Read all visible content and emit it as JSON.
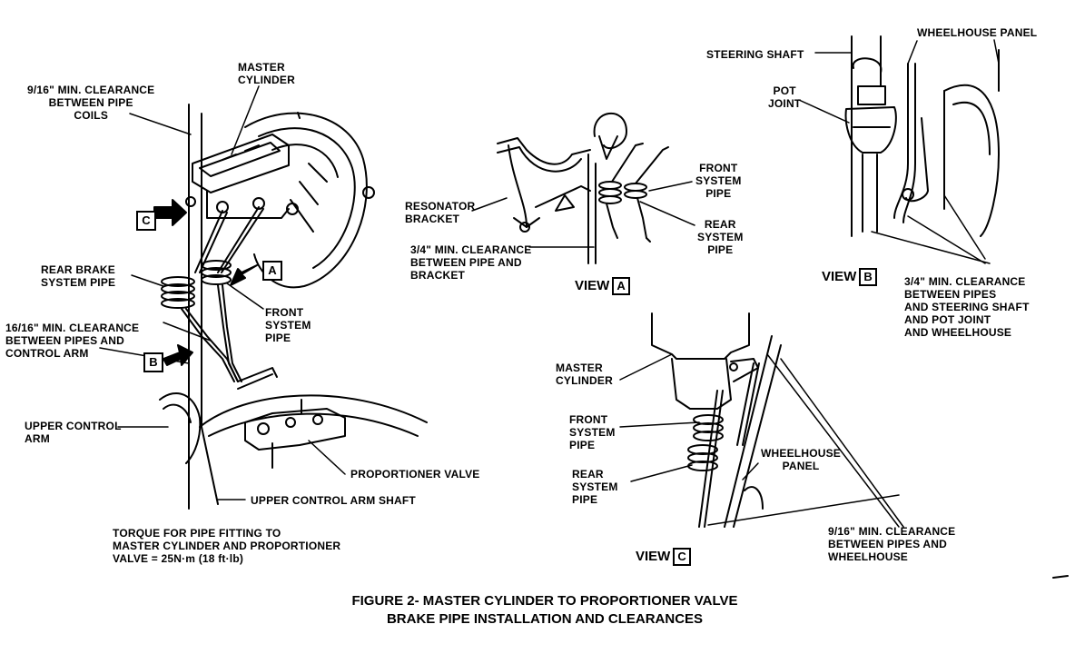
{
  "figure": {
    "caption_line1": "FIGURE 2- MASTER CYLINDER TO PROPORTIONER VALVE",
    "caption_line2": "BRAKE PIPE INSTALLATION AND CLEARANCES"
  },
  "main_view": {
    "arrow_c": "C",
    "arrow_a": "A",
    "arrow_b": "B",
    "labels": {
      "clearance_coils": [
        "9/16\" MIN. CLEARANCE",
        "BETWEEN PIPE",
        "COILS"
      ],
      "master_cylinder": [
        "MASTER",
        "CYLINDER"
      ],
      "rear_brake_pipe": [
        "REAR BRAKE",
        "SYSTEM PIPE"
      ],
      "front_system_pipe": [
        "FRONT",
        "SYSTEM",
        "PIPE"
      ],
      "clearance_control_arm": [
        "16/16\" MIN. CLEARANCE",
        "BETWEEN PIPES AND",
        "CONTROL ARM"
      ],
      "upper_control_arm": [
        "UPPER CONTROL",
        "ARM"
      ],
      "proportioner_valve": "PROPORTIONER VALVE",
      "upper_control_arm_shaft": "UPPER CONTROL ARM SHAFT",
      "torque_note": [
        "TORQUE FOR PIPE FITTING TO",
        "MASTER CYLINDER AND PROPORTIONER",
        "VALVE = 25N·m (18 ft·lb)"
      ]
    }
  },
  "view_a": {
    "title": "VIEW",
    "tag": "A",
    "labels": {
      "resonator_bracket": [
        "RESONATOR",
        "BRACKET"
      ],
      "front_system_pipe": [
        "FRONT",
        "SYSTEM",
        "PIPE"
      ],
      "rear_system_pipe": [
        "REAR",
        "SYSTEM",
        "PIPE"
      ],
      "clearance_bracket": [
        "3/4\" MIN. CLEARANCE",
        "BETWEEN PIPE AND",
        "BRACKET"
      ]
    }
  },
  "view_b": {
    "title": "VIEW",
    "tag": "B",
    "labels": {
      "steering_shaft": "STEERING SHAFT",
      "wheelhouse_panel": "WHEELHOUSE PANEL",
      "pot_joint": [
        "POT",
        "JOINT"
      ],
      "clearance_shaft": [
        "3/4\" MIN. CLEARANCE",
        "BETWEEN PIPES",
        "AND STEERING SHAFT",
        "AND POT JOINT",
        "AND WHEELHOUSE"
      ]
    }
  },
  "view_c": {
    "title": "VIEW",
    "tag": "C",
    "labels": {
      "master_cylinder": [
        "MASTER",
        "CYLINDER"
      ],
      "front_system_pipe": [
        "FRONT",
        "SYSTEM",
        "PIPE"
      ],
      "rear_system_pipe": [
        "REAR",
        "SYSTEM",
        "PIPE"
      ],
      "wheelhouse_panel": [
        "WHEELHOUSE",
        "PANEL"
      ],
      "clearance_wheelhouse": [
        "9/16\" MIN. CLEARANCE",
        "BETWEEN  PIPES AND",
        "WHEELHOUSE"
      ]
    }
  }
}
